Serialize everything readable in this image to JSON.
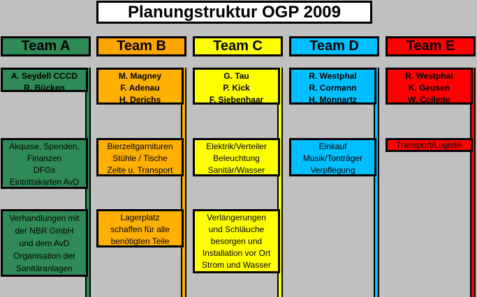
{
  "title": "Planungstruktur OGP 2009",
  "colors": {
    "A": "#2e8b57",
    "B": "#ffa500",
    "C": "#ffff00",
    "D": "#00bfff",
    "E": "#ff0000",
    "background": "#c0c0c0"
  },
  "teams": [
    {
      "name": "Team A",
      "members": [
        "A. Seydell CCCD",
        "R. Bücken"
      ],
      "tasks": [
        [
          "Akquise, Spenden,",
          "Finanzen",
          "DFGs",
          "Eintrittakarten AvD"
        ],
        [
          "Verhandlungen mit",
          "der NBR GmbH",
          "und dem AvD",
          "Organisation der",
          "Sanitäranlagen"
        ]
      ]
    },
    {
      "name": "Team B",
      "members": [
        "M. Magney",
        "F. Adenau",
        "H. Derichs"
      ],
      "tasks": [
        [
          "Bierzeltgarnituren",
          "Stühle / Tische",
          "Zelte u. Transport"
        ],
        [
          "Lagerplatz",
          "schaffen für alle",
          "benötigten Teile"
        ]
      ]
    },
    {
      "name": "Team C",
      "members": [
        "G. Tau",
        "P. Kick",
        "F. Siebenhaar"
      ],
      "tasks": [
        [
          "Elektrik/Verteiler",
          "Beleuchtung",
          "Sanitär/Wasser"
        ],
        [
          "Verlängerungen",
          "und Schläuche",
          "besorgen und",
          "Installation vor Ort",
          "Strom und Wasser"
        ]
      ]
    },
    {
      "name": "Team D",
      "members": [
        "R. Westphal",
        "R. Cormann",
        "H. Monnartz"
      ],
      "tasks": [
        [
          "Einkauf",
          "Musik/Tonträger",
          "Verpflegung"
        ]
      ]
    },
    {
      "name": "Team E",
      "members": [
        "R. Westphal",
        "K. Geusen",
        "W. Collette"
      ],
      "tasks": [
        [
          "Transport/Logistik"
        ]
      ]
    }
  ]
}
